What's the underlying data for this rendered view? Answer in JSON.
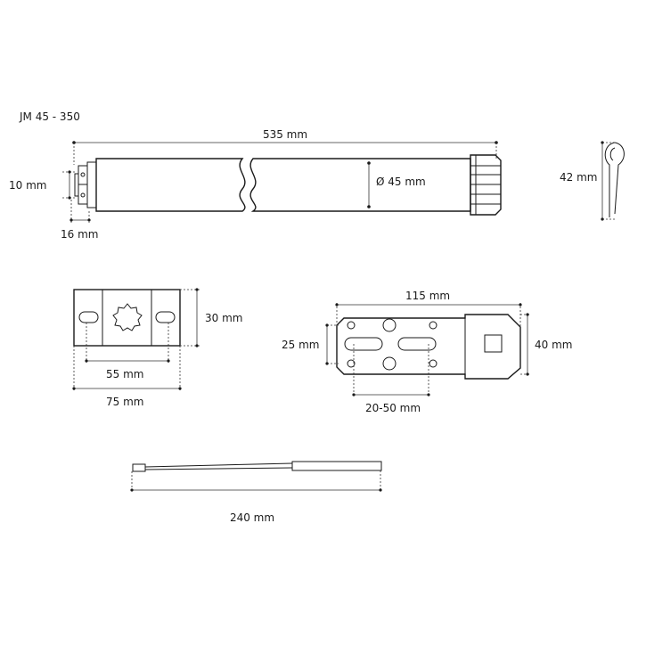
{
  "model": "JM 45 - 350",
  "motor": {
    "length": "535 mm",
    "diameter": "Ø 45 mm",
    "head_width": "10 mm",
    "head_depth": "16 mm"
  },
  "pin": {
    "length": "42 mm"
  },
  "bracket_small": {
    "height": "30 mm",
    "hole_spacing": "55 mm",
    "width": "75 mm"
  },
  "bracket_large": {
    "width": "115 mm",
    "slot_height": "25 mm",
    "height": "40 mm",
    "adjust_range": "20-50 mm"
  },
  "cable": {
    "length": "240 mm"
  }
}
